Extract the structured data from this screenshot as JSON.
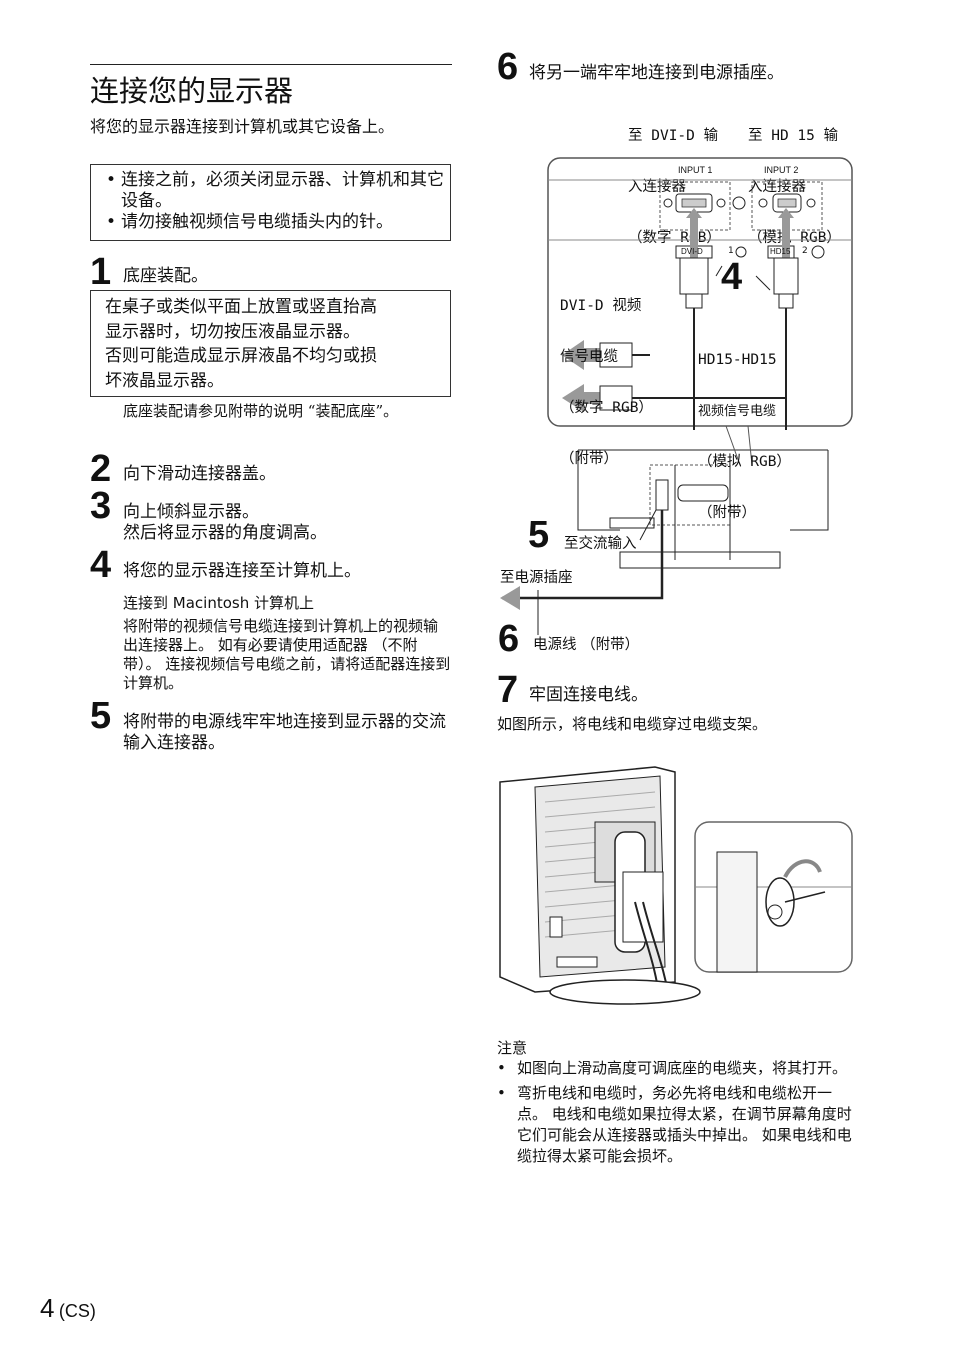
{
  "title": "连接您的显示器",
  "intro": "将您的显示器连接到计算机或其它设备上。",
  "caution_top": {
    "items": [
      "连接之前，必须关闭显示器、计算机和其它设备。",
      "请勿接触视频信号电缆插头内的针。"
    ]
  },
  "steps": {
    "s1": {
      "num": "1",
      "text": "底座装配。"
    },
    "s1_caution": [
      "在桌子或类似平面上放置或竖直抬高",
      "显示器时，切勿按压液晶显示器。",
      "否则可能造成显示屏液晶不均匀或损",
      "坏液晶显示器。"
    ],
    "s1_note": "底座装配请参见附带的说明 “装配底座”。",
    "s2": {
      "num": "2",
      "text": "向下滑动连接器盖。"
    },
    "s3": {
      "num": "3",
      "text": "向上倾斜显示器。",
      "text2": "然后将显示器的角度调高。"
    },
    "s4": {
      "num": "4",
      "text": "将您的显示器连接至计算机上。"
    },
    "s4_sub_title": "连接到 Macintosh 计算机上",
    "s4_sub_body": "将附带的视频信号电缆连接到计算机上的视频输出连接器上。 如有必要请使用适配器 （不附带）。 连接视频信号电缆之前，请将适配器连接到计算机。",
    "s5": {
      "num": "5",
      "text": "将附带的电源线牢牢地连接到显示器的交流输入连接器。"
    },
    "s6": {
      "num": "6",
      "text": "将另一端牢牢地连接到电源插座。"
    },
    "s7": {
      "num": "7",
      "text": "牢固连接电线。"
    },
    "s7_body": "如图所示，将电线和电缆穿过电缆支架。"
  },
  "diagram": {
    "label_dvi_top": [
      "至 DVI-D 输",
      "入连接器",
      "（数字 RGB）"
    ],
    "label_hd_top": [
      "至 HD 15 输",
      "入连接器",
      "（模拟 RGB）"
    ],
    "input1": "INPUT 1",
    "input2": "INPUT 2",
    "dvi_port": "DVI-D",
    "hd_port": "HD15",
    "port1": "1",
    "port2": "2",
    "big4": "4",
    "dvi_cable": [
      "DVI-D 视频",
      "信号电缆",
      "（数字 RGB）",
      "（附带）"
    ],
    "hd_cable": [
      "HD15-HD15",
      "视频信号电缆",
      "（模拟 RGB）",
      "（附带）"
    ],
    "big5": "5",
    "ac_in": "至交流输入",
    "to_outlet": "至电源插座",
    "big6": "6",
    "power_cord": "电源线 （附带）"
  },
  "note": {
    "title": "注意",
    "items": [
      "如图向上滑动高度可调底座的电缆夹，将其打开。",
      "弯折电线和电缆时，务必先将电线和电缆松开一点。 电线和电缆如果拉得太紧，在调节屏幕角度时它们可能会从连接器或插头中掉出。 如果电线和电缆拉得太紧可能会损坏。"
    ]
  },
  "footer": {
    "page": "4",
    "lang": "(CS)"
  }
}
